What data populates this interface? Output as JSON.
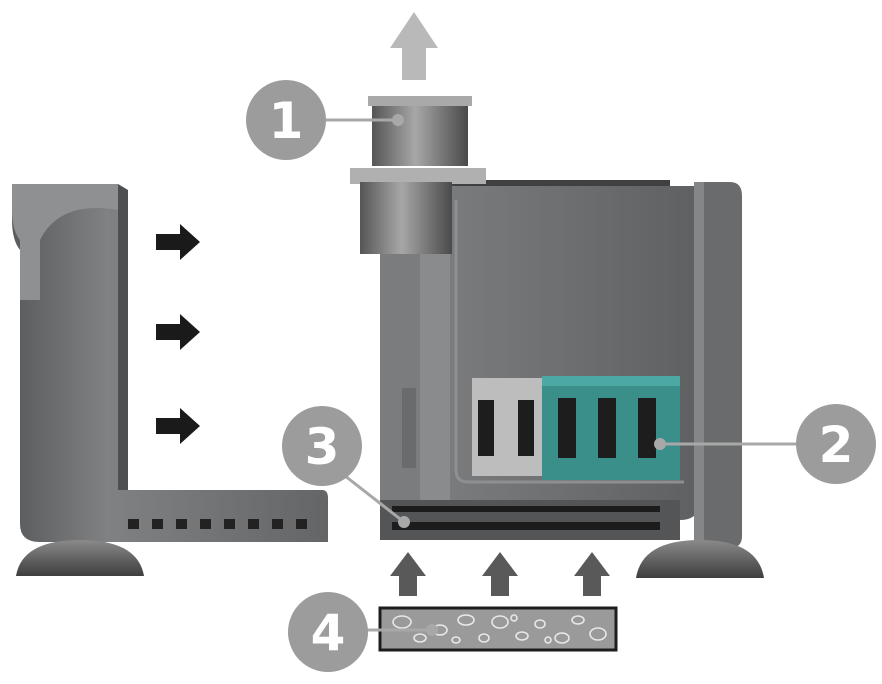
{
  "callouts": [
    {
      "label": "1"
    },
    {
      "label": "2"
    },
    {
      "label": "3"
    },
    {
      "label": "4"
    }
  ],
  "colors": {
    "body_gray": "#6e6f71",
    "body_dark": "#4b4c4e",
    "callout_fill": "#9c9c9c",
    "callout_text": "#ffffff",
    "switch_teal": "#3a8f8a",
    "arrow_black": "#1a1a1a",
    "flow_arrow_gray": "#595959",
    "outflow_arrow": "#b9b9b9",
    "sponge": "#9a9a9a"
  }
}
